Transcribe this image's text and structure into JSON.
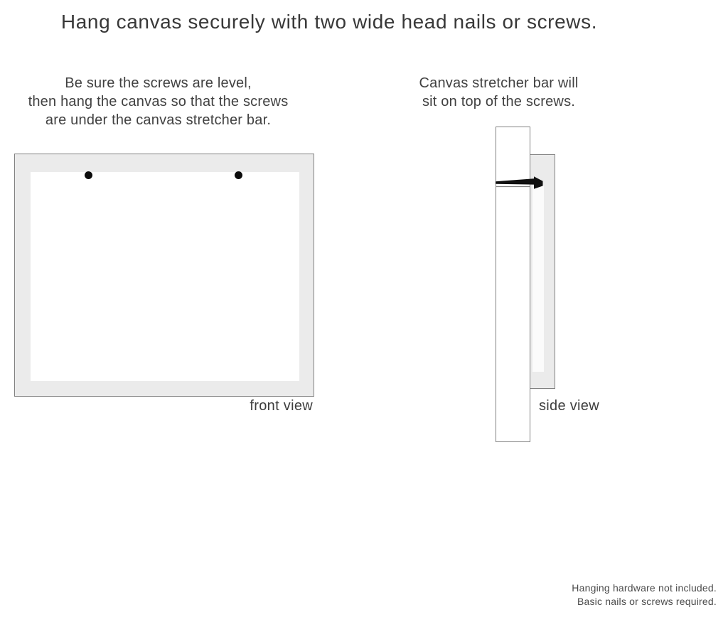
{
  "title": "Hang canvas securely with two wide head nails or screws.",
  "instructions": {
    "left": {
      "lines": [
        "Be sure the screws are level,",
        "then hang the canvas so that the screws",
        "are under the canvas stretcher bar."
      ]
    },
    "right": {
      "lines": [
        "Canvas stretcher bar will",
        "sit on top of the screws."
      ]
    }
  },
  "front_view": {
    "label": "front view",
    "screw_count": 2
  },
  "side_view": {
    "label": "side view"
  },
  "footnote": {
    "lines": [
      "Hanging hardware not included.",
      "Basic nails or screws required."
    ]
  },
  "colors": {
    "background": "#ffffff",
    "outline": "#818181",
    "canvas_edge_fill": "#ebebeb",
    "canvas_face_fill": "#ffffff",
    "nail_color": "#101010",
    "screw_color": "#0c0c0c",
    "title_text": "#383838",
    "body_text": "#414141",
    "label_text": "#3e3e3e",
    "footnote_text": "#4b4b4b"
  }
}
